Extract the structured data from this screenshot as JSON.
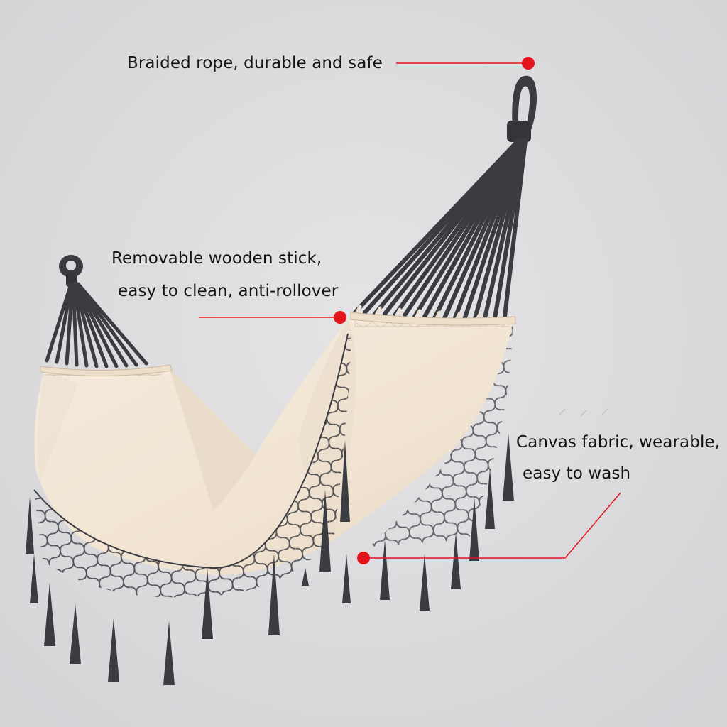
{
  "photo": {
    "subject": "hammock-photo",
    "colors": {
      "background": "#dcdbdd",
      "canvas": "#f3e7d8",
      "canvas_shadow": "#e2d3c0",
      "rope": "#3a3c41",
      "wood": "#eedfca",
      "callout": "#e3141b"
    }
  },
  "callouts": {
    "rope": {
      "text": "Braided rope, durable and safe"
    },
    "stick": {
      "line1": "Removable wooden stick,",
      "line2": "easy to clean, anti-rollover"
    },
    "fabric": {
      "line1": "Canvas fabric, wearable,",
      "line2": "easy to wash"
    }
  }
}
